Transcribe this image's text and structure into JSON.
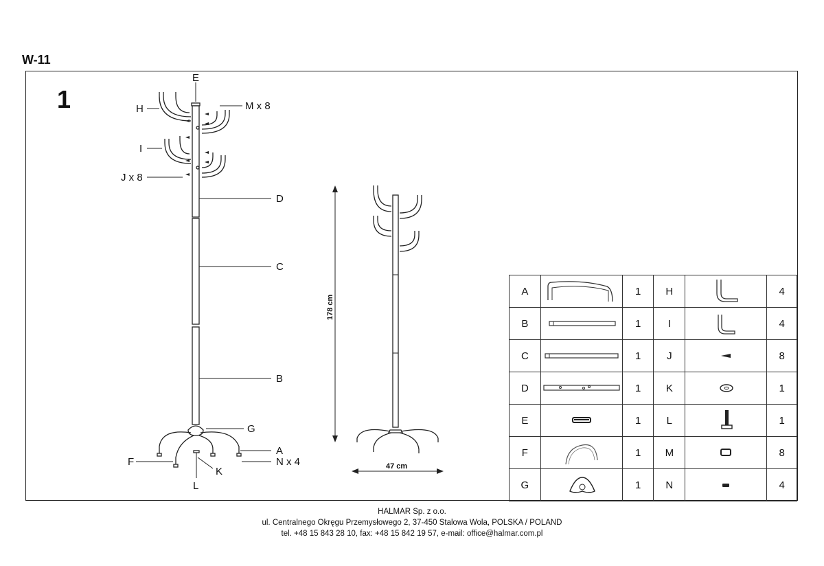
{
  "header": {
    "model_code": "W-11"
  },
  "step": "1",
  "labels": {
    "E": "E",
    "M": "M x 8",
    "H": "H",
    "I": "I",
    "J": "J x 8",
    "D": "D",
    "C": "C",
    "B": "B",
    "G": "G",
    "A": "A",
    "F": "F",
    "N": "N x 4",
    "K": "K",
    "L": "L"
  },
  "dimensions": {
    "height": "178 cm",
    "width": "47 cm"
  },
  "parts": [
    {
      "letter": "A",
      "icon": "base-leg-arc-icon",
      "qty": "1"
    },
    {
      "letter": "B",
      "icon": "tube-short-icon",
      "qty": "1"
    },
    {
      "letter": "C",
      "icon": "tube-medium-icon",
      "qty": "1"
    },
    {
      "letter": "D",
      "icon": "tube-holes-icon",
      "qty": "1"
    },
    {
      "letter": "E",
      "icon": "top-cap-icon",
      "qty": "1"
    },
    {
      "letter": "F",
      "icon": "base-leg-thin-icon",
      "qty": "1"
    },
    {
      "letter": "G",
      "icon": "base-hub-icon",
      "qty": "1"
    },
    {
      "letter": "H",
      "icon": "hook-large-icon",
      "qty": "4"
    },
    {
      "letter": "I",
      "icon": "hook-small-icon",
      "qty": "4"
    },
    {
      "letter": "J",
      "icon": "screw-insert-icon",
      "qty": "8"
    },
    {
      "letter": "K",
      "icon": "washer-icon",
      "qty": "1"
    },
    {
      "letter": "L",
      "icon": "bolt-icon",
      "qty": "1"
    },
    {
      "letter": "M",
      "icon": "hook-cap-icon",
      "qty": "8"
    },
    {
      "letter": "N",
      "icon": "foot-pad-icon",
      "qty": "4"
    }
  ],
  "footer": {
    "company": "HALMAR Sp. z o.o.",
    "address": "ul. Centralnego Okręgu Przemysłowego 2, 37-450 Stalowa Wola, POLSKA / POLAND",
    "contact": "tel. +48 15 843 28 10, fax: +48 15 842 19 57, e-mail: office@halmar.com.pl"
  }
}
